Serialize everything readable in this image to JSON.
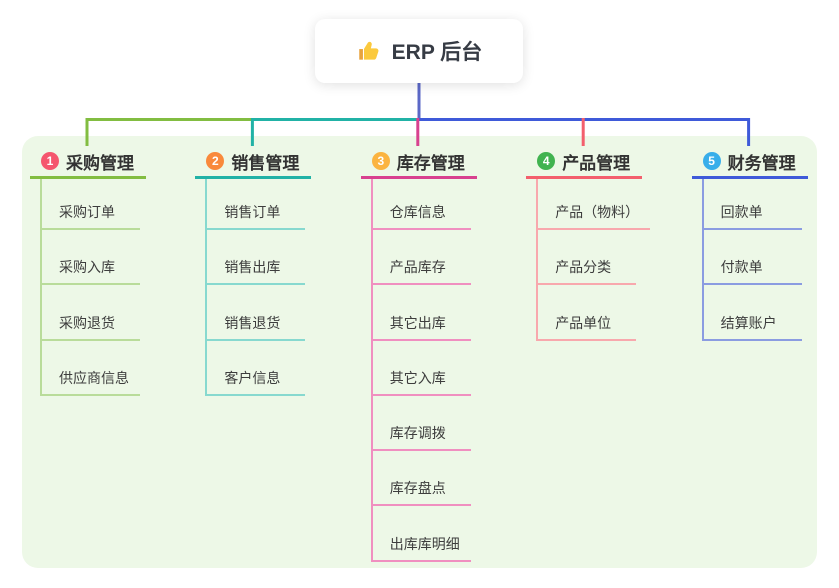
{
  "root": {
    "title": "ERP 后台",
    "icon": "thumbs-up-icon"
  },
  "colors": {
    "canvas_bg": "#ffffff",
    "panel_bg": "#edf8e7",
    "root_line": "#5b68c7",
    "root_text": "#363b44",
    "heading_text": "#333333",
    "child_text": "#3d3d3d",
    "thumb_yellow": "#fbc93d",
    "thumb_cuff": "#e8a33d"
  },
  "branches": [
    {
      "number": "1",
      "label": "采购管理",
      "color": "#82bd41",
      "light_color": "#b9dc9a",
      "badge_color": "#f5566e",
      "children": [
        "采购订单",
        "采购入库",
        "采购退货",
        "供应商信息"
      ]
    },
    {
      "number": "2",
      "label": "销售管理",
      "color": "#21b2a6",
      "light_color": "#87d9cf",
      "badge_color": "#f9893b",
      "children": [
        "销售订单",
        "销售出库",
        "销售退货",
        "客户信息"
      ]
    },
    {
      "number": "3",
      "label": "库存管理",
      "color": "#d8418f",
      "light_color": "#f08fc0",
      "badge_color": "#fbb440",
      "children": [
        "仓库信息",
        "产品库存",
        "其它出库",
        "其它入库",
        "库存调拨",
        "库存盘点",
        "出库库明细"
      ]
    },
    {
      "number": "4",
      "label": "产品管理",
      "color": "#f35f6d",
      "light_color": "#f8a8ad",
      "badge_color": "#41b350",
      "children": [
        "产品（物料）",
        "产品分类",
        "产品单位"
      ]
    },
    {
      "number": "5",
      "label": "财务管理",
      "color": "#3f5ad9",
      "light_color": "#8b9ce1",
      "badge_color": "#38aeea",
      "children": [
        "回款单",
        "付款单",
        "结算账户"
      ]
    }
  ]
}
